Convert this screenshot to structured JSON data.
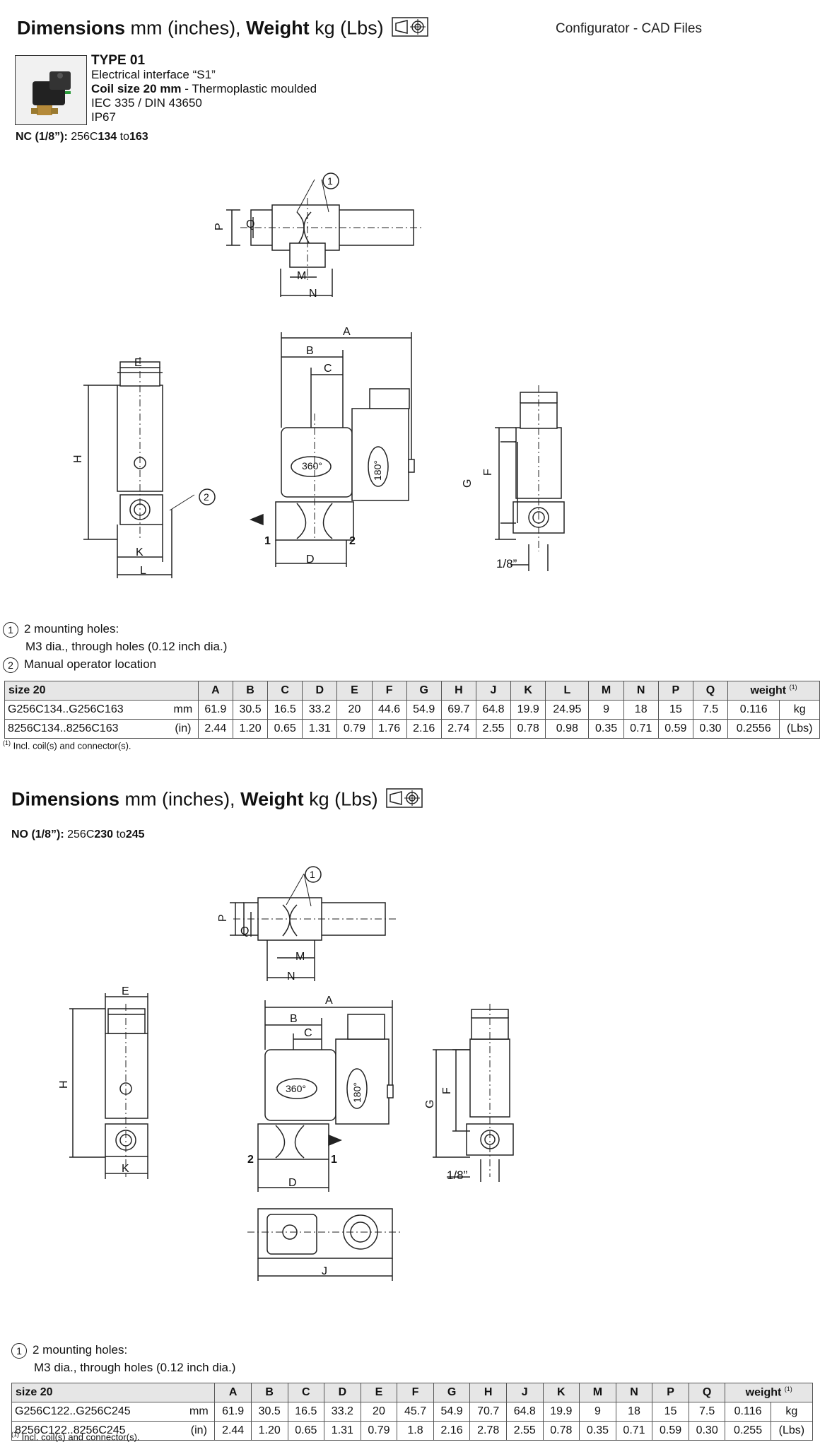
{
  "section1": {
    "title_bold1": "Dimensions",
    "title_light1": " mm (inches), ",
    "title_bold2": "Weight",
    "title_light2": " kg (Lbs)",
    "cad_link": "Configurator - CAD Files",
    "type": {
      "title": "TYPE 01",
      "line1": "Electrical interface “S1”",
      "line2_bold": "Coil size 20 mm",
      "line2_rest": " - Thermoplastic moulded",
      "line3": "IEC 335 / DIN 43650",
      "line4": "IP67"
    },
    "series_prefix": "NC (1/8”):",
    "series_mid": " 256C",
    "series_from": "134",
    "series_to_word": " to",
    "series_to": "163",
    "notes": [
      {
        "num": "1",
        "text": "2 mounting holes:"
      },
      {
        "num": "",
        "text": "M3 dia., through holes (0.12 inch dia.)"
      },
      {
        "num": "2",
        "text": "Manual operator location"
      }
    ],
    "table": {
      "size_label": "size 20",
      "columns": [
        "A",
        "B",
        "C",
        "D",
        "E",
        "F",
        "G",
        "H",
        "J",
        "K",
        "L",
        "M",
        "N",
        "P",
        "Q"
      ],
      "weight_label": "weight",
      "weight_sup": "(1)",
      "rows": [
        {
          "code": "G256C134..G256C163",
          "unit": "mm",
          "values": [
            "61.9",
            "30.5",
            "16.5",
            "33.2",
            "20",
            "44.6",
            "54.9",
            "69.7",
            "64.8",
            "19.9",
            "24.95",
            "9",
            "18",
            "15",
            "7.5"
          ],
          "weight": "0.116",
          "wunit": "kg"
        },
        {
          "code": "8256C134..8256C163",
          "unit": "(in)",
          "values": [
            "2.44",
            "1.20",
            "0.65",
            "1.31",
            "0.79",
            "1.76",
            "2.16",
            "2.74",
            "2.55",
            "0.78",
            "0.98",
            "0.35",
            "0.71",
            "0.59",
            "0.30"
          ],
          "weight": "0.2556",
          "wunit": "(Lbs)"
        }
      ],
      "footnote_sup": "(1)",
      "footnote": " Incl. coil(s) and connector(s)."
    }
  },
  "section2": {
    "title_bold1": "Dimensions",
    "title_light1": " mm (inches), ",
    "title_bold2": "Weight",
    "title_light2": " kg (Lbs)",
    "series_prefix": "NO (1/8”):",
    "series_mid": " 256C",
    "series_from": "230",
    "series_to_word": " to",
    "series_to": "245",
    "notes": [
      {
        "num": "1",
        "text": "2 mounting holes:"
      },
      {
        "num": "",
        "text": "M3 dia., through holes (0.12 inch dia.)"
      }
    ],
    "table": {
      "size_label": "size 20",
      "columns": [
        "A",
        "B",
        "C",
        "D",
        "E",
        "F",
        "G",
        "H",
        "J",
        "K",
        "M",
        "N",
        "P",
        "Q"
      ],
      "weight_label": "weight",
      "weight_sup": "(1)",
      "rows": [
        {
          "code": "G256C122..G256C245",
          "unit": "mm",
          "values": [
            "61.9",
            "30.5",
            "16.5",
            "33.2",
            "20",
            "45.7",
            "54.9",
            "70.7",
            "64.8",
            "19.9",
            "9",
            "18",
            "15",
            "7.5"
          ],
          "weight": "0.116",
          "wunit": "kg"
        },
        {
          "code": "8256C122..8256C245",
          "unit": "(in)",
          "values": [
            "2.44",
            "1.20",
            "0.65",
            "1.31",
            "0.79",
            "1.8",
            "2.16",
            "2.78",
            "2.55",
            "0.78",
            "0.35",
            "0.71",
            "0.59",
            "0.30"
          ],
          "weight": "0.255",
          "wunit": "(Lbs)"
        }
      ],
      "footnote_sup": "(1)",
      "footnote": " Incl. coil(s) and connector(s)."
    }
  },
  "drawing_labels": {
    "A": "A",
    "B": "B",
    "C": "C",
    "D": "D",
    "E": "E",
    "F": "F",
    "G": "G",
    "H": "H",
    "J": "J",
    "K": "K",
    "L": "L",
    "M": "M",
    "N": "N",
    "P": "P",
    "Q": "Q",
    "one": "1",
    "two": "2",
    "deg360": "360°",
    "deg180": "180°",
    "eighth": "1/8”"
  }
}
